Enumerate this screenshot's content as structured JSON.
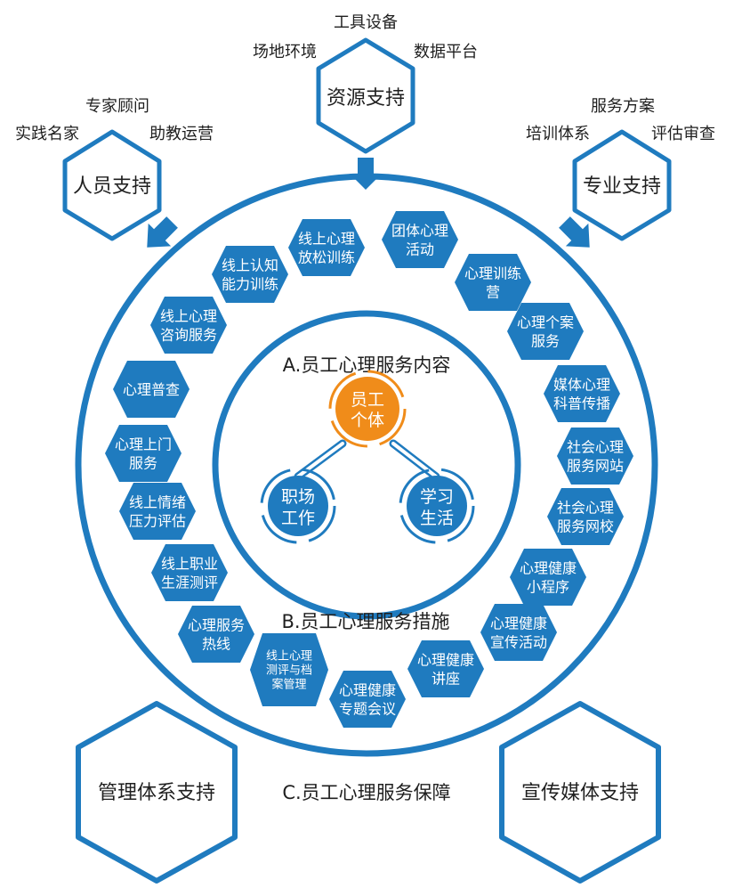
{
  "colors": {
    "primary": "#1f7bbf",
    "accent": "#f08c1a",
    "text": "#1f1f1f",
    "background": "#ffffff"
  },
  "supports": [
    {
      "id": "personnel",
      "title": "人员支持",
      "tags": [
        "专家顾问",
        "实践名家",
        "助教运营"
      ]
    },
    {
      "id": "resource",
      "title": "资源支持",
      "tags": [
        "工具设备",
        "场地环境",
        "数据平台"
      ]
    },
    {
      "id": "professional",
      "title": "专业支持",
      "tags": [
        "服务方案",
        "培训体系",
        "评估审查"
      ]
    }
  ],
  "center": {
    "title_a": "A.员工心理服务内容",
    "nodes": [
      {
        "id": "individual",
        "lines": [
          "员工",
          "个体"
        ]
      },
      {
        "id": "workplace",
        "lines": [
          "职场",
          "工作"
        ]
      },
      {
        "id": "study",
        "lines": [
          "学习",
          "生活"
        ]
      }
    ]
  },
  "ring": {
    "title_b": "B.员工心理服务措施",
    "items": [
      {
        "lines": [
          "线上心理",
          "放松训练"
        ]
      },
      {
        "lines": [
          "团体心理",
          "活动"
        ]
      },
      {
        "lines": [
          "心理训练",
          "营"
        ]
      },
      {
        "lines": [
          "心理个案",
          "服务"
        ]
      },
      {
        "lines": [
          "媒体心理",
          "科普传播"
        ]
      },
      {
        "lines": [
          "社会心理",
          "服务网站"
        ]
      },
      {
        "lines": [
          "社会心理",
          "服务网校"
        ]
      },
      {
        "lines": [
          "心理健康",
          "小程序"
        ]
      },
      {
        "lines": [
          "心理健康",
          "宣传活动"
        ]
      },
      {
        "lines": [
          "心理健康",
          "讲座"
        ]
      },
      {
        "lines": [
          "心理健康",
          "专题会议"
        ]
      },
      {
        "lines": [
          "线上心理",
          "测评与档",
          "案管理"
        ]
      },
      {
        "lines": [
          "心理服务",
          "热线"
        ]
      },
      {
        "lines": [
          "线上职业",
          "生涯测评"
        ]
      },
      {
        "lines": [
          "线上情绪",
          "压力评估"
        ]
      },
      {
        "lines": [
          "心理上门",
          "服务"
        ]
      },
      {
        "lines": [
          "心理普查"
        ]
      },
      {
        "lines": [
          "线上心理",
          "咨询服务"
        ]
      },
      {
        "lines": [
          "线上认知",
          "能力训练"
        ]
      }
    ]
  },
  "bottom": {
    "title_c": "C.员工心理服务保障",
    "left": "管理体系支持",
    "right": "宣传媒体支持"
  }
}
